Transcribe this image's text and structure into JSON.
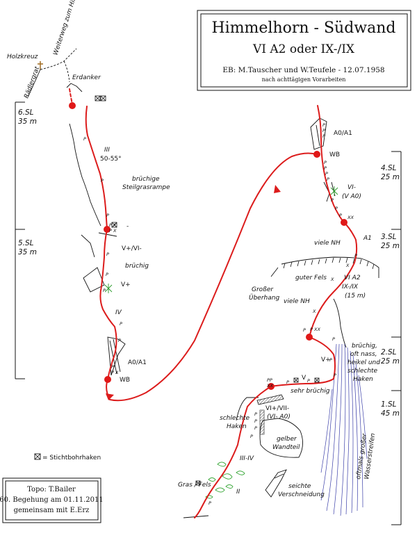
{
  "header": {
    "title": "Himmelhorn - Südwand",
    "grade": "VI A2 oder IX-/IX",
    "first_ascent": "EB: M.Tauscher und W.Teufele - 12.07.1958",
    "first_ascent_note": "nach achttägigen Vorarbeiten"
  },
  "credits": {
    "line1": "Topo: T.Bailer",
    "line2": "60. Begehung am 01.11.2011",
    "line3": "gemeinsam mit E.Erz"
  },
  "legend": {
    "bolt_label": "= Stichtbohrhaken"
  },
  "summit": {
    "holzkreuz": "Holzkreuz",
    "raedlergrat": "Rädlergrat",
    "weiterweg": "Weiterweg zum Himmelhorn",
    "erdanker": "Erdanker"
  },
  "left_pitches": [
    {
      "name": "6.SL",
      "length": "35 m"
    },
    {
      "name": "5.SL",
      "length": "35 m"
    }
  ],
  "right_pitches": [
    {
      "name": "4.SL",
      "length": "25 m"
    },
    {
      "name": "3.SL",
      "length": "25 m"
    },
    {
      "name": "2.SL",
      "length": "25 m"
    },
    {
      "name": "1.SL",
      "length": "45 m"
    }
  ],
  "left_labels": {
    "grade_iii": "III",
    "angle": "50-55°",
    "bruechige": "brüchige",
    "steilgrasrampe": "Steilgrasrampe",
    "dash": "-",
    "v_vi": "V+/VI-",
    "bruechig": "brüchig",
    "v_plus": "V+",
    "iv": "IV",
    "a0a1": "A0/A1",
    "wb": "WB"
  },
  "right_labels": {
    "a0a1": "A0/A1",
    "wb": "WB",
    "vi_minus": "VI-",
    "v_a0": "(V A0)",
    "a1": "A1",
    "viele_nh": "viele NH",
    "guter_fels": "guter Fels",
    "grosser": "Großer",
    "ueberhang": "Überhang",
    "viele_nh2": "viele NH",
    "vi_a2": "VI A2",
    "ix": "IX-/IX",
    "fifteen_m": "(15 m)",
    "v_plus": "V+",
    "bruechig": "brüchig,",
    "oft_nass": "oft nass,",
    "heikel": "heikel und",
    "schlechte": "schlechte",
    "haken": "Haken",
    "v": "V",
    "sehr_bruechig": "sehr brüchig",
    "vi_vii": "VI+/VII-",
    "vi_a0": "(VI- A0)",
    "schlechte2": "schlechte",
    "haken2": "Haken",
    "gelber": "gelber",
    "wandteil": "Wandteil",
    "iii_iv": "III-IV",
    "gras_fels": "Gras / Fels",
    "ii": "II",
    "seichte": "seichte",
    "verschneidung": "Verschneidung",
    "oftmals": "oftmals großer",
    "wasserstreifen": "Wasserstreifen"
  },
  "hooks": {
    "p": "P",
    "pp": "PP",
    "x": "X",
    "xx": "XX",
    "px": "P X",
    "pxx": "P XX"
  },
  "colors": {
    "route": "#dc1c1c",
    "belay": "#e01818",
    "water": "#3a3ea8",
    "grass": "#3aa83a",
    "ink": "#111111"
  }
}
